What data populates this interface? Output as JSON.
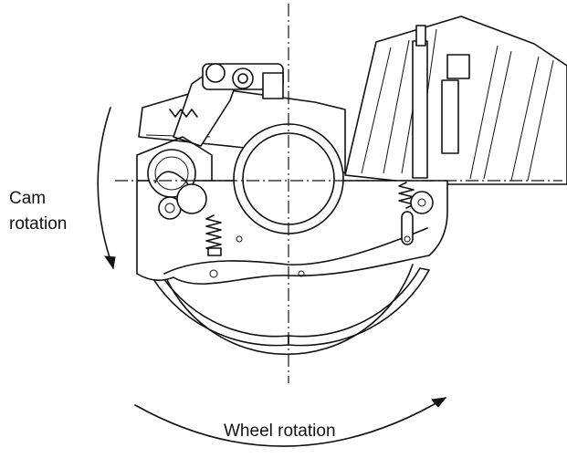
{
  "labels": {
    "cam_rotation_line1": "Cam",
    "cam_rotation_line2": "rotation",
    "wheel_rotation": "Wheel rotation"
  }
}
